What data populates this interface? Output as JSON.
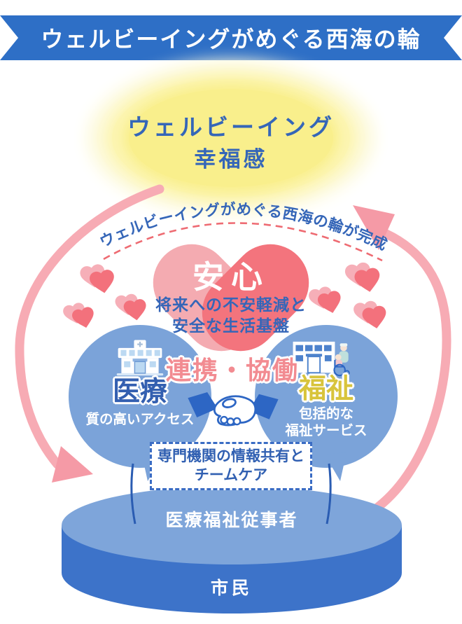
{
  "banner": {
    "title": "ウェルビーイングがめぐる西海の輪"
  },
  "wellbeing": {
    "line1": "ウェルビーイング",
    "line2": "幸福感"
  },
  "cycle_arc": {
    "text": "ウェルビーイングがめぐる西海の輪が完成"
  },
  "anshin": {
    "title": "安心",
    "line1": "将来への不安軽減と",
    "line2": "安全な生活基盤"
  },
  "medical": {
    "title": "医療",
    "desc": "質の高いアクセス",
    "icon": "hospital-icon"
  },
  "welfare": {
    "title": "福祉",
    "desc1": "包括的な",
    "desc2": "福祉サービス",
    "icon": "care-facility-icon"
  },
  "collaboration": {
    "title": "連携・協働",
    "icon": "handshake-icon"
  },
  "info_share": {
    "line1": "専門機関の情報共有と",
    "line2": "チームケア"
  },
  "base": {
    "top": "医療福祉従事者",
    "front": "市民"
  },
  "icons": [
    "hospital-icon",
    "care-facility-icon",
    "handshake-icon",
    "heart-icon",
    "cycle-arrow-icon"
  ],
  "colors": {
    "banner_blue": "#2e6fc6",
    "text_blue": "#3566b8",
    "circle_blue": "#7ba3d9",
    "base_top_blue": "#7ea5da",
    "base_side_blue": "#3d73c9",
    "heart_light_pink": "#f4abb1",
    "heart_dark_pink": "#f3747d",
    "arrow_pink": "#f7abb4",
    "dashed_arc_red": "#ee6b72",
    "welfare_yellow": "#d8c43c",
    "collab_pink": "#f28b91",
    "glow_yellow": "#f9ef8c"
  }
}
